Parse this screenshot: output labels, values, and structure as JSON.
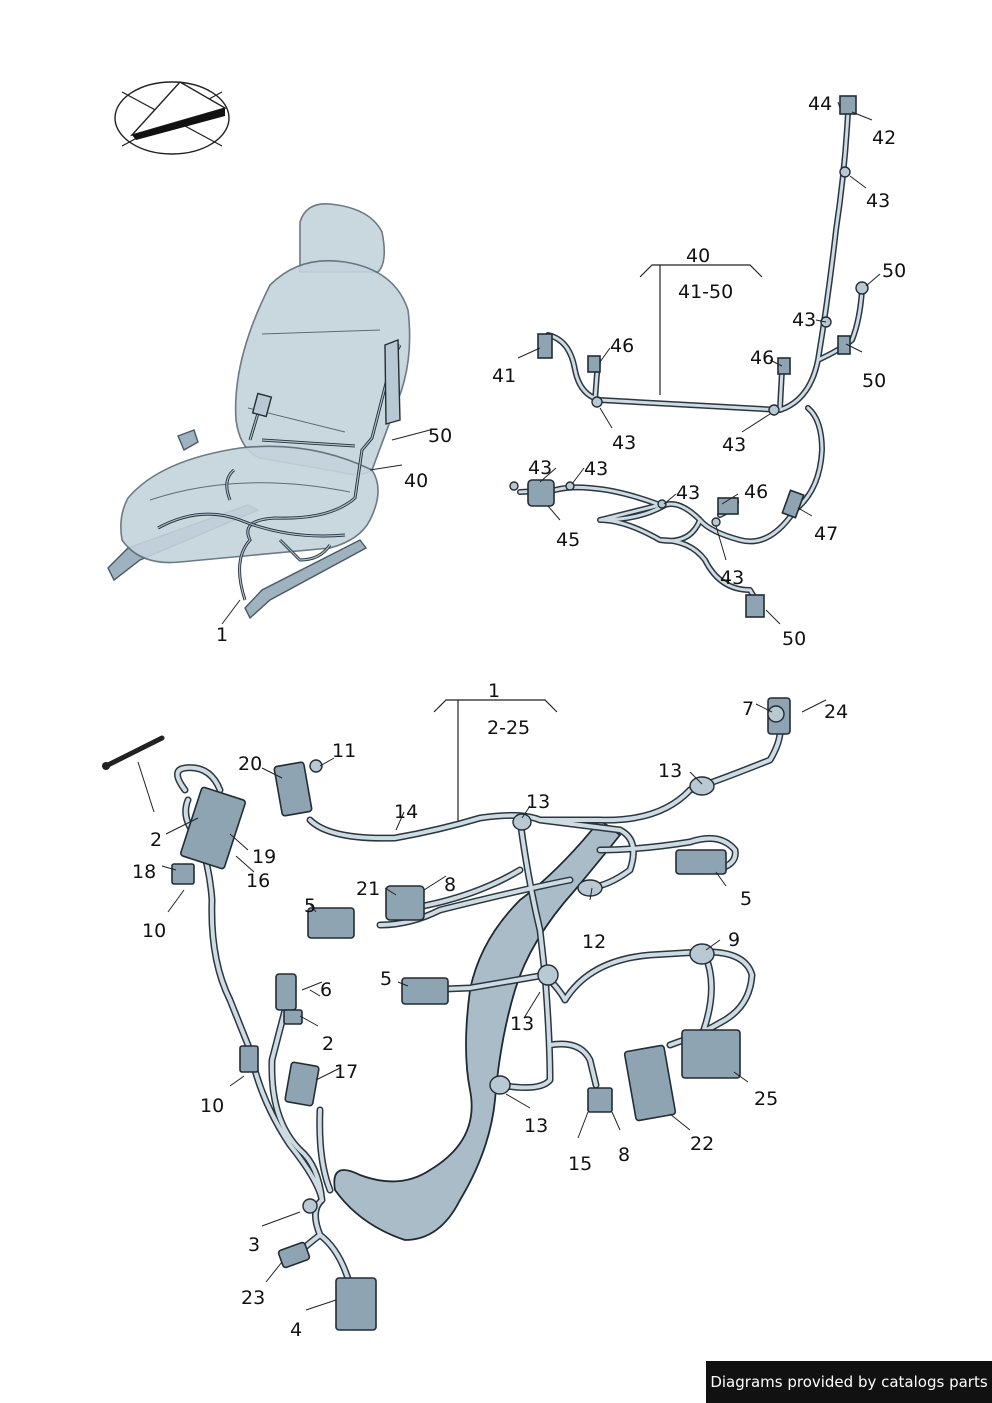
{
  "footer": {
    "text": "Diagrams provided by catalogs parts"
  },
  "icons": {
    "orientation": "orientation-compass-icon"
  },
  "groups": {
    "top_right": {
      "label": "40",
      "range": "41-50"
    },
    "bottom": {
      "label": "1",
      "range": "2-25"
    }
  },
  "callouts": {
    "seat": [
      "50",
      "40",
      "1"
    ],
    "harness_40": [
      "44",
      "42",
      "43",
      "50",
      "43",
      "50",
      "46",
      "41",
      "46",
      "43",
      "43",
      "43",
      "43",
      "43",
      "46",
      "45",
      "47",
      "43",
      "50"
    ],
    "harness_1": [
      "7",
      "24",
      "20",
      "11",
      "13",
      "14",
      "13",
      "2",
      "19",
      "18",
      "16",
      "21",
      "8",
      "5",
      "10",
      "5",
      "12",
      "9",
      "5",
      "6",
      "13",
      "2",
      "17",
      "10",
      "13",
      "25",
      "15",
      "8",
      "22",
      "3",
      "23",
      "4"
    ]
  }
}
